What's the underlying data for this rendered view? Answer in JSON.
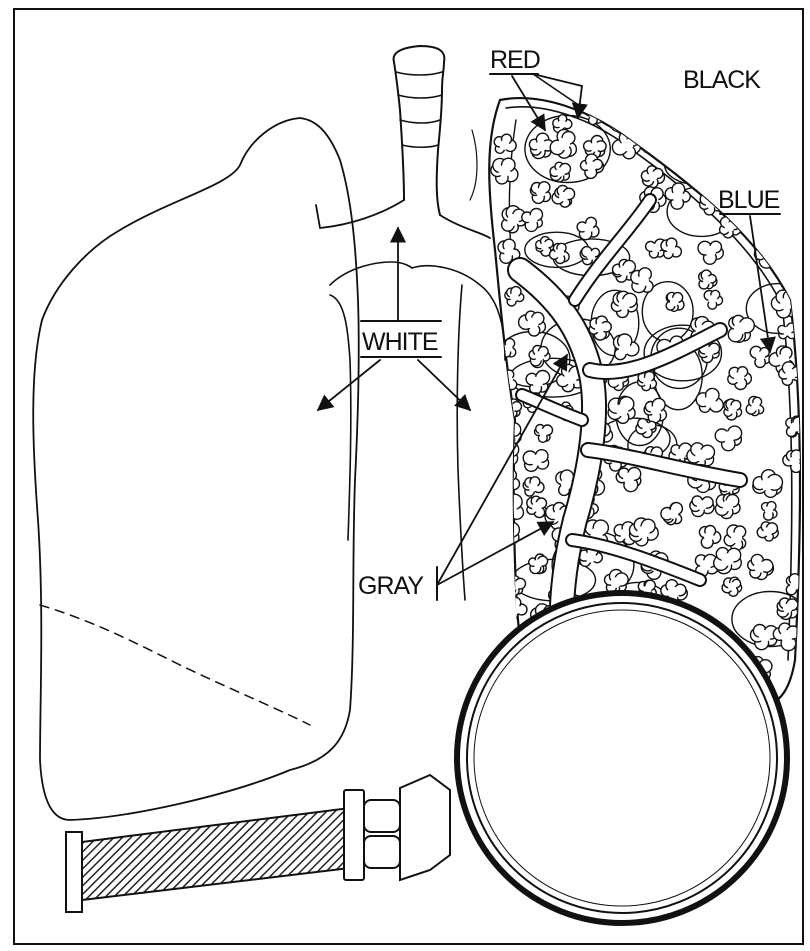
{
  "labels": {
    "red": "RED",
    "black": "BLACK",
    "blue": "BLUE",
    "white": "WHITE",
    "gray": "GRAY"
  },
  "colors": {
    "ink": "#111111",
    "paper": "#ffffff",
    "handle_hatch": "#3a3a3a"
  },
  "icons": {
    "magnifier": "magnifying-glass-icon",
    "lung": "lung-illustration"
  }
}
